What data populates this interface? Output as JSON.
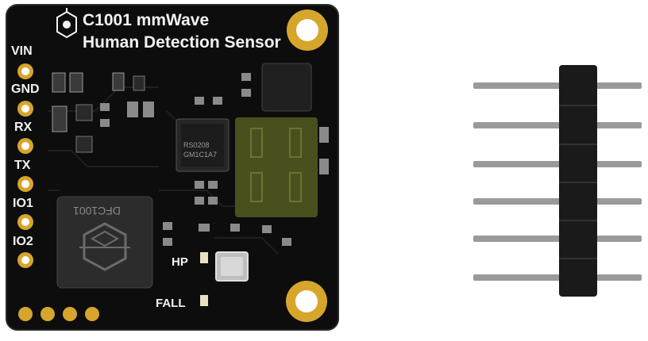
{
  "board": {
    "title_line1": "C1001 mmWave",
    "title_line2": "Human Detection Sensor",
    "pin_labels": [
      "VIN",
      "GND",
      "RX",
      "TX",
      "IO1",
      "IO2"
    ],
    "chip_main": "DFC1001",
    "chip_ic_line1": "RS0208",
    "chip_ic_line2": "GM1C1A7",
    "label_hp": "HP",
    "label_fall": "FALL"
  },
  "header_pin_count": 6,
  "colors": {
    "pcb": "#0d0d0d",
    "gold_pad": "#d6a52c",
    "antenna": "#4a4f1e",
    "silkscreen": "#f2f2f2"
  }
}
